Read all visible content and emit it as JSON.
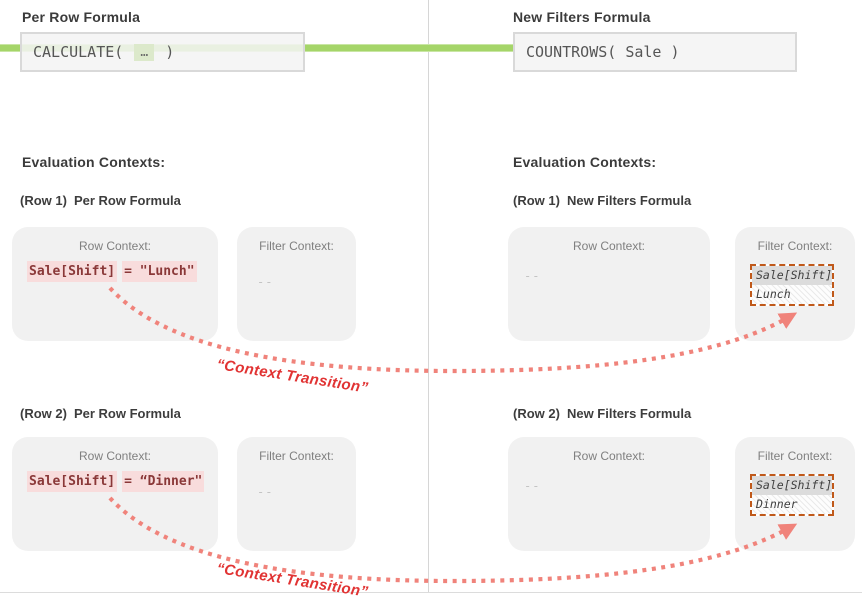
{
  "top": {
    "left_title": "Per Row Formula",
    "right_title": "New Filters Formula",
    "left_formula_pre": "CALCULATE( ",
    "left_formula_arg": "…",
    "left_formula_post": " )",
    "right_formula": "COUNTROWS( Sale )"
  },
  "eval": {
    "left_heading": "Evaluation Contexts:",
    "right_heading": "Evaluation Contexts:"
  },
  "labels": {
    "row_context": "Row Context:",
    "filter_context": "Filter Context:",
    "empty": "--",
    "transition": "“Context Transition”"
  },
  "row1": {
    "left_num": "(Row 1)",
    "left_title": "Per Row Formula",
    "right_num": "(Row 1)",
    "right_title": "New Filters Formula",
    "formula_lhs": "Sale[Shift]",
    "formula_rhs": "= \"Lunch\"",
    "filter_header": "Sale[Shift]",
    "filter_value": "Lunch"
  },
  "row2": {
    "left_num": "(Row 2)",
    "left_title": "Per Row Formula",
    "right_num": "(Row 2)",
    "right_title": "New Filters Formula",
    "formula_lhs": "Sale[Shift]",
    "formula_rhs": "= “Dinner\"",
    "filter_header": "Sale[Shift]",
    "filter_value": "Dinner"
  },
  "colors": {
    "green_line": "#a5d569",
    "arrow_salmon": "#f0837b",
    "transition_red": "#e13333",
    "table_dash_orange": "#c0591a",
    "row_formula_maroon": "#8a3838",
    "row_formula_highlight": "#f8dcdc"
  }
}
